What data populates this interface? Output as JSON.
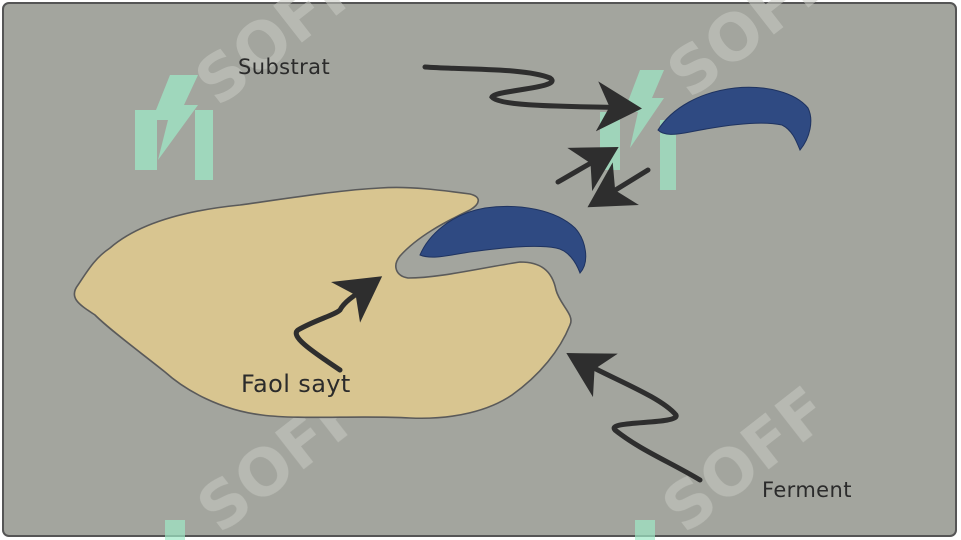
{
  "labels": {
    "substrate": "Substrat",
    "active_site": "Faol sayt",
    "enzyme": "Ferment"
  },
  "watermark": {
    "text": "SOFF"
  },
  "colors": {
    "background": "#a3a59e",
    "enzyme_body": "#d8c590",
    "substrate": "#2f4a82",
    "arrow": "#2e2e2e",
    "watermark_green": "#9ee8c6",
    "label": "#2b2b2b"
  },
  "icons": [
    "watermark-logo-icon",
    "arrow-icon"
  ]
}
